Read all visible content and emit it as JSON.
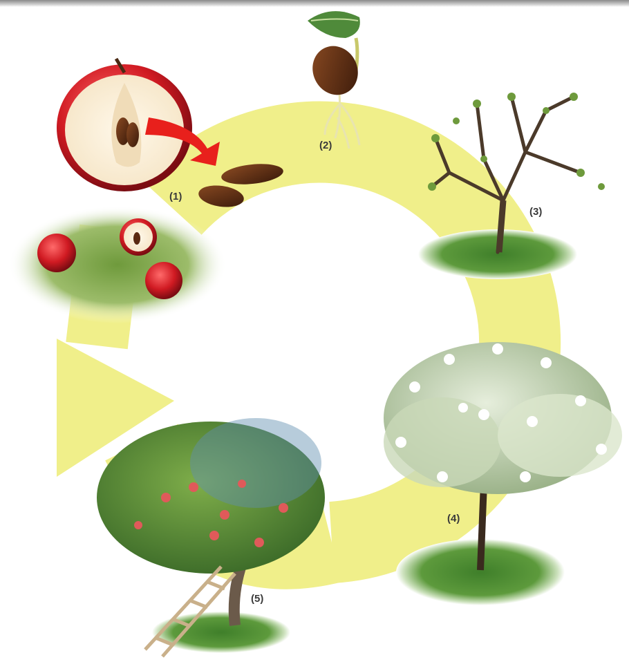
{
  "diagram": {
    "cycle_color": "#f0ef8a",
    "stages": [
      {
        "id": 1,
        "label": "(1)",
        "depicts": "apple-halves-and-seeds"
      },
      {
        "id": 2,
        "label": "(2)",
        "depicts": "germinating-seed"
      },
      {
        "id": 3,
        "label": "(3)",
        "depicts": "young-tree"
      },
      {
        "id": 4,
        "label": "(4)",
        "depicts": "flowering-tree"
      },
      {
        "id": 5,
        "label": "(5)",
        "depicts": "fruiting-tree-with-ladder"
      }
    ]
  }
}
